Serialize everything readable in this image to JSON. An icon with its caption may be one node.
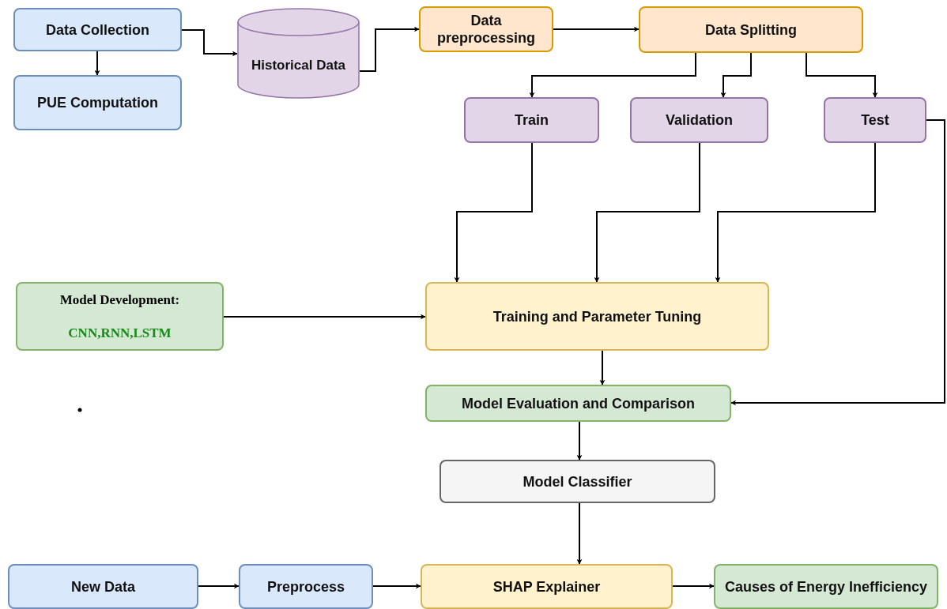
{
  "diagram": {
    "nodes": [
      {
        "text": [
          "Data Collection"
        ]
      },
      {
        "text": [
          "PUE Computation"
        ]
      },
      {
        "text": [
          "Historical Data"
        ]
      },
      {
        "text": [
          "Data preprocessing"
        ]
      },
      {
        "text": [
          "Data Splitting"
        ]
      },
      {
        "text": [
          "Train"
        ]
      },
      {
        "text": [
          "Validation"
        ]
      },
      {
        "text": [
          "Test"
        ]
      },
      {
        "text": [
          "Model Development:",
          "CNN,RNN,LSTM"
        ]
      },
      {
        "text": [
          "Training and Parameter Tuning"
        ]
      },
      {
        "text": [
          "Model Evaluation and Comparison"
        ]
      },
      {
        "text": [
          "Model Classifier"
        ]
      },
      {
        "text": [
          "New Data"
        ]
      },
      {
        "text": [
          "Preprocess"
        ]
      },
      {
        "text": [
          "SHAP  Explainer"
        ]
      },
      {
        "text": [
          "Causes of Energy Inefficiency"
        ]
      }
    ],
    "edges": [
      {
        "from": 0,
        "to": 1,
        "arrow": "to"
      },
      {
        "from": 0,
        "to": 2,
        "arrow": "to"
      },
      {
        "from": 2,
        "to": 3,
        "arrow": "to"
      },
      {
        "from": 3,
        "to": 4,
        "arrow": "to"
      },
      {
        "from": 4,
        "to": 5,
        "arrow": "to"
      },
      {
        "from": 4,
        "to": 6,
        "arrow": "to"
      },
      {
        "from": 4,
        "to": 7,
        "arrow": "to"
      },
      {
        "from": 5,
        "to": 9,
        "arrow": "to"
      },
      {
        "from": 6,
        "to": 9,
        "arrow": "to"
      },
      {
        "from": 7,
        "to": 9,
        "arrow": "to"
      },
      {
        "from": 8,
        "to": 9,
        "arrow": "to"
      },
      {
        "from": 9,
        "to": 10,
        "arrow": "to"
      },
      {
        "from": 7,
        "to": 10,
        "arrow": "to"
      },
      {
        "from": 10,
        "to": 11,
        "arrow": "to"
      },
      {
        "from": 11,
        "to": 14,
        "arrow": "to"
      },
      {
        "from": 12,
        "to": 13,
        "arrow": "to"
      },
      {
        "from": 13,
        "to": 14,
        "arrow": "to"
      },
      {
        "from": 14,
        "to": 15,
        "arrow": "to"
      }
    ]
  }
}
